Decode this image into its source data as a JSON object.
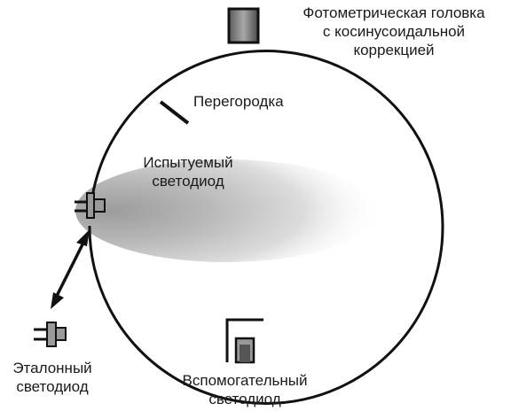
{
  "labels": {
    "photometric_head": [
      "Фотометрическая головка",
      "с косинусоидальной",
      "коррекцией"
    ],
    "baffle": "Перегородка",
    "test_led": [
      "Испытуемый",
      "светодиод"
    ],
    "reference_led": [
      "Эталонный",
      "светодиод"
    ],
    "auxiliary_led": [
      "Вспомогательный",
      "светодиод"
    ]
  },
  "colors": {
    "stroke": "#111111",
    "head_fill": "#7a7a7a",
    "led_fill": "#9a9a9a",
    "glow_core": "#9c9c9c"
  }
}
